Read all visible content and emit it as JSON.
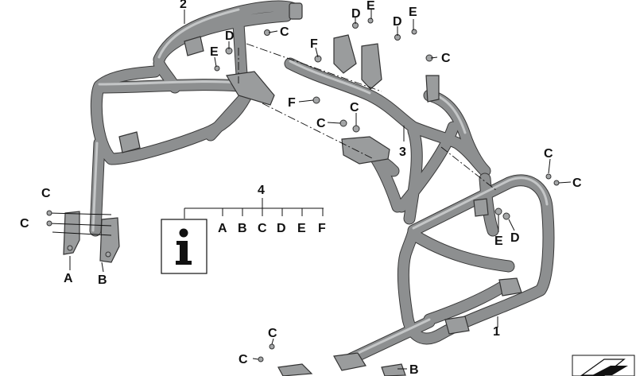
{
  "callouts": {
    "c1": "1",
    "c2": "2",
    "c3": "3",
    "c4": "4",
    "A": "A",
    "B": "B",
    "C": "C",
    "D": "D",
    "E": "E",
    "F": "F"
  },
  "legend": {
    "number": "4",
    "items": [
      "A",
      "B",
      "C",
      "D",
      "E",
      "F"
    ],
    "info_glyph": "i"
  },
  "icons": {
    "info": "info-icon",
    "corner": "scroll-corner-icon"
  },
  "colors": {
    "tube": "#8d8f90",
    "outline": "#3a3a3a",
    "text": "#111111"
  }
}
